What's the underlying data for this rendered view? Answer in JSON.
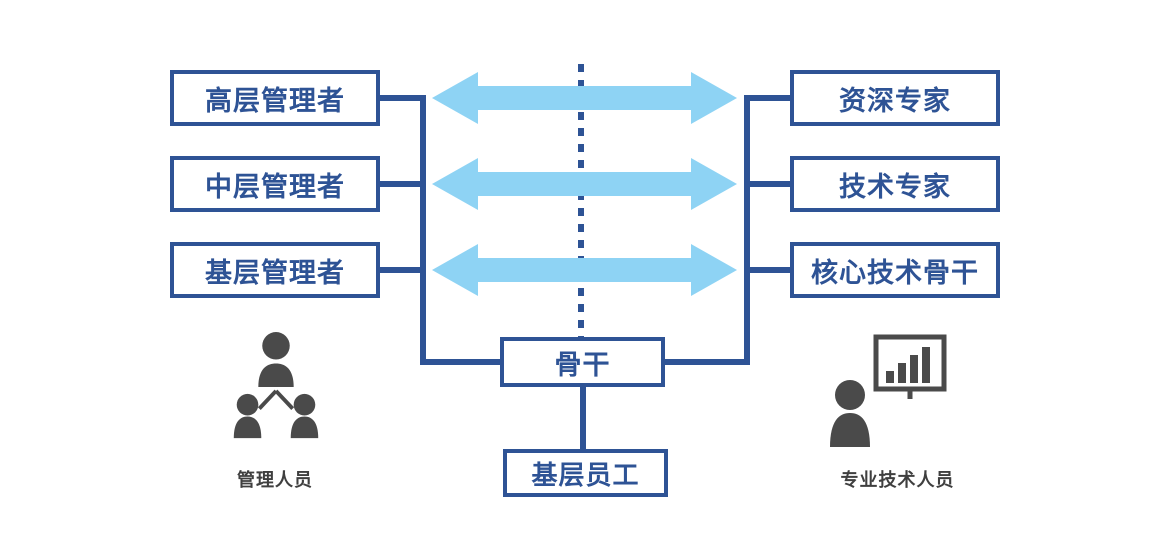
{
  "colors": {
    "line": "#2e5395",
    "arrow": "#8ed3f4",
    "icon": "#4a4a4a",
    "label": "#3f3f3f"
  },
  "left_column": {
    "boxes": [
      "高层管理者",
      "中层管理者",
      "基层管理者"
    ],
    "group_label": "管理人员",
    "icon": "people-hierarchy-icon"
  },
  "right_column": {
    "boxes": [
      "资深专家",
      "技术专家",
      "核心技术骨干"
    ],
    "group_label": "专业技术人员",
    "icon": "person-presentation-chart-icon"
  },
  "center": {
    "backbone": "骨干",
    "base_staff": "基层员工"
  }
}
